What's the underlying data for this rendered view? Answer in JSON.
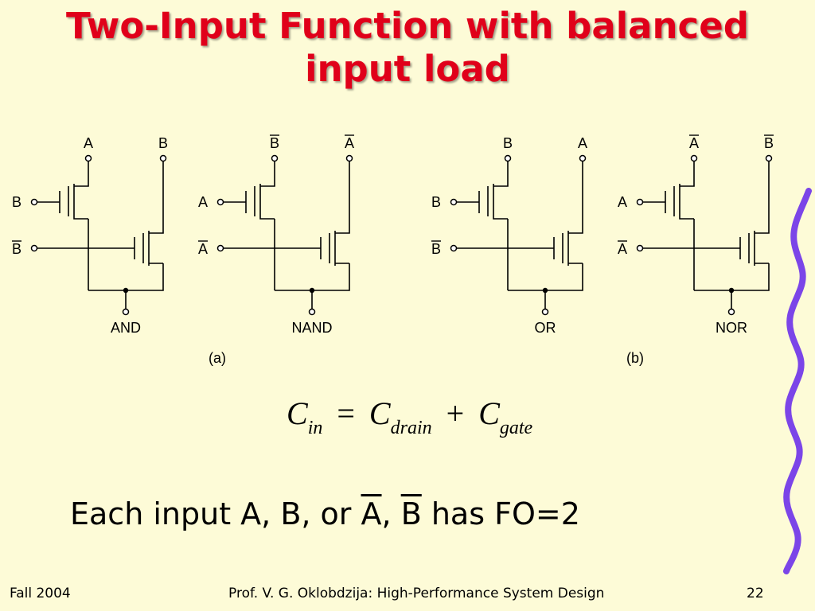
{
  "title": {
    "line1": "Two-Input Function with balanced",
    "line2": "input load"
  },
  "circuits": [
    {
      "top_left": "A",
      "top_right": "B",
      "in1": "B",
      "in2": "B",
      "out": "AND",
      "top_left_bar": false,
      "top_right_bar": false,
      "in1_bar": false,
      "in2_bar": true
    },
    {
      "top_left": "B",
      "top_right": "A",
      "in1": "A",
      "in2": "A",
      "out": "NAND",
      "top_left_bar": true,
      "top_right_bar": true,
      "in1_bar": false,
      "in2_bar": true
    },
    {
      "top_left": "B",
      "top_right": "A",
      "in1": "B",
      "in2": "B",
      "out": "OR",
      "top_left_bar": false,
      "top_right_bar": false,
      "in1_bar": false,
      "in2_bar": true
    },
    {
      "top_left": "A",
      "top_right": "B",
      "in1": "A",
      "in2": "A",
      "out": "NOR",
      "top_left_bar": true,
      "top_right_bar": true,
      "in1_bar": false,
      "in2_bar": true
    }
  ],
  "group_labels": {
    "a": "(a)",
    "b": "(b)"
  },
  "formula": {
    "lhs": "C",
    "lhs_sub": "in",
    "eq": "=",
    "t1": "C",
    "t1_sub": "drain",
    "plus": "+",
    "t2": "C",
    "t2_sub": "gate"
  },
  "fanout": {
    "prefix": "Each input A, B, or ",
    "a_bar": "A",
    "sep": ", ",
    "b_bar": "B",
    "suffix": " has FO=2"
  },
  "footer": {
    "left": "Fall 2004",
    "center": "Prof. V. G. Oklobdzija: High-Performance System Design",
    "page": "22"
  },
  "colors": {
    "background": "#fdfbd7",
    "title": "#e0001a",
    "decoration": "#7b45e8"
  }
}
